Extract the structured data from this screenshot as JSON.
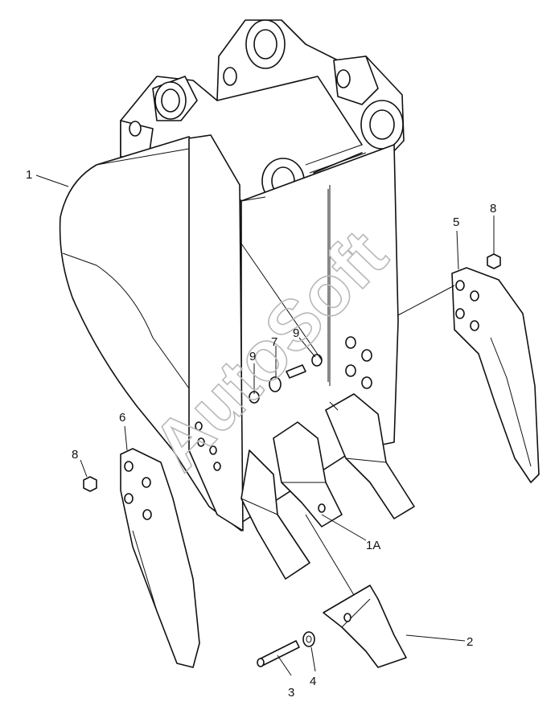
{
  "watermark": "AutoSoft",
  "callouts": {
    "c1": "1",
    "c1A": "1A",
    "c2": "2",
    "c3": "3",
    "c4": "4",
    "c5": "5",
    "c6": "6",
    "c7": "7",
    "c8_left": "8",
    "c8_right": "8",
    "c9_left": "9",
    "c9_mid": "9"
  }
}
